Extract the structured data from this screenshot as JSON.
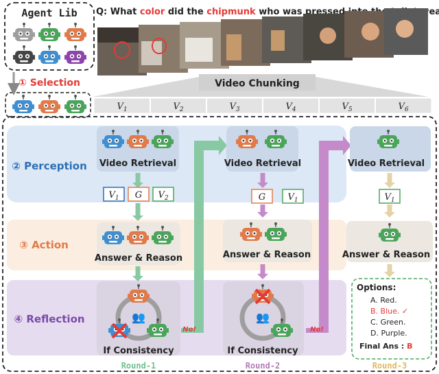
{
  "agent_lib": {
    "title": "Agent Lib"
  },
  "question": {
    "prefix": "Q: What ",
    "highlight1": "color",
    "mid": " did the ",
    "highlight2": "chipmunk",
    "suffix": " who was pressed into the toilet wear?"
  },
  "chunking": {
    "label": "Video Chunking",
    "chunks": [
      "V1",
      "V2",
      "V3",
      "V4",
      "V5",
      "V6"
    ]
  },
  "selection": {
    "label": "① Selection"
  },
  "stages": {
    "perception": "② Perception",
    "action": "③ Action",
    "reflection": "④ Reflection"
  },
  "steps": {
    "retrieval": "Video Retrieval",
    "answer": "Answer & Reason",
    "consistency": "If Consistency",
    "no": "No!"
  },
  "round1": {
    "label": "Round-1",
    "chips": [
      "V1",
      "G",
      "V2"
    ]
  },
  "round2": {
    "label": "Round-2",
    "chips": [
      "G",
      "V1"
    ]
  },
  "round3": {
    "label": "Round-3",
    "chips": [
      "V1"
    ]
  },
  "options": {
    "title": "Options:",
    "items": [
      "A. Red.",
      "B. Blue. ✓",
      "C. Green.",
      "D. Purple."
    ],
    "final_label": "Final Ans : ",
    "final_value": "B"
  },
  "colors": {
    "blue_agent": "#3f8fd0",
    "orange_agent": "#e07a4a",
    "green_agent": "#4aa55a",
    "perception_bg": "#dce8f6",
    "action_bg": "#fbeee0",
    "reflection_bg": "#e6dcf0",
    "round1": "#88c9a4",
    "round2": "#c58ac9",
    "round3": "#e5d3a8",
    "red": "#e53935"
  }
}
